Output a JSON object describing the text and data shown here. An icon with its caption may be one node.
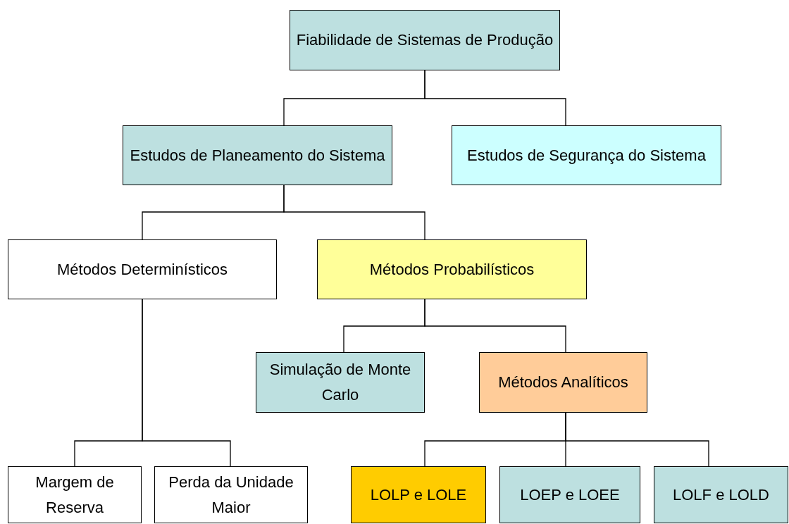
{
  "diagram": {
    "nodes": [
      {
        "text": [
          "Fiabilidade de Sistemas de Produção"
        ]
      },
      {
        "text": [
          "Estudos de Planeamento do Sistema"
        ]
      },
      {
        "text": [
          "Estudos de Segurança do Sistema"
        ]
      },
      {
        "text": [
          "Métodos Determinísticos"
        ]
      },
      {
        "text": [
          "Métodos Probabilísticos"
        ]
      },
      {
        "text": [
          "Simulação de Monte Carlo"
        ]
      },
      {
        "text": [
          "Métodos Analíticos"
        ]
      },
      {
        "text": [
          "Margem de Reserva"
        ]
      },
      {
        "text": [
          "Perda da Unidade Maior"
        ]
      },
      {
        "text": [
          "LOLP e LOLE"
        ]
      },
      {
        "text": [
          "LOEP e LOEE"
        ]
      },
      {
        "text": [
          "LOLF e LOLD"
        ]
      }
    ],
    "edges": [
      {
        "from": 0,
        "to": 1,
        "arrow": "none"
      },
      {
        "from": 0,
        "to": 2,
        "arrow": "none"
      },
      {
        "from": 1,
        "to": 3,
        "arrow": "none"
      },
      {
        "from": 1,
        "to": 4,
        "arrow": "none"
      },
      {
        "from": 3,
        "to": 7,
        "arrow": "none"
      },
      {
        "from": 3,
        "to": 8,
        "arrow": "none"
      },
      {
        "from": 4,
        "to": 5,
        "arrow": "none"
      },
      {
        "from": 4,
        "to": 6,
        "arrow": "none"
      },
      {
        "from": 6,
        "to": 9,
        "arrow": "none"
      },
      {
        "from": 6,
        "to": 10,
        "arrow": "none"
      },
      {
        "from": 6,
        "to": 11,
        "arrow": "none"
      }
    ]
  }
}
